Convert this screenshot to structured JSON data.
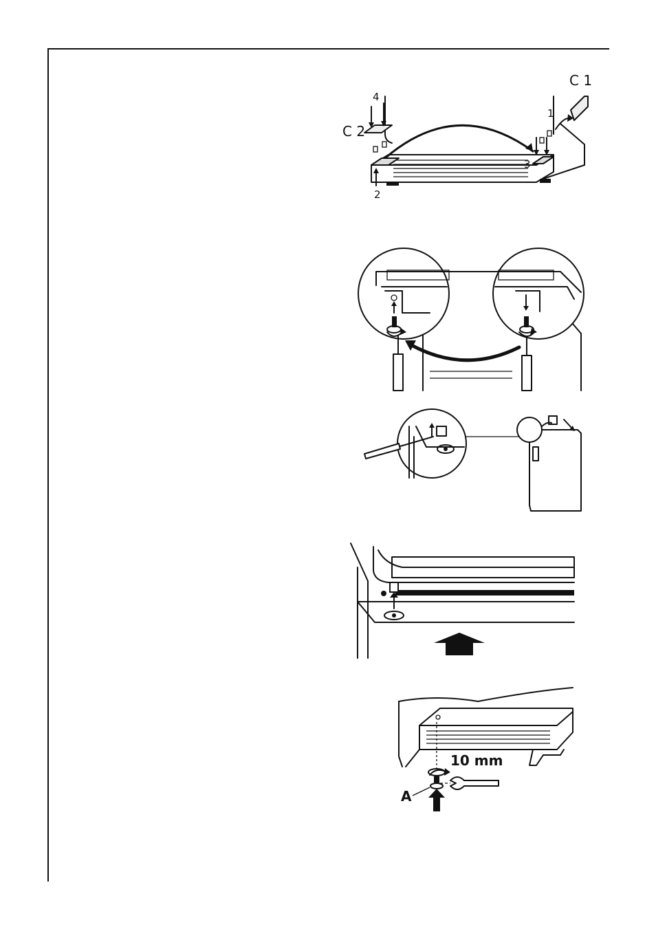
{
  "figures": {
    "fig1": {
      "label_c1": "C 1",
      "label_c2": "C 2",
      "step_1": "1",
      "step_2": "2",
      "step_3": "3",
      "step_4": "4"
    },
    "fig5": {
      "wrench_size": "10 mm",
      "label_a": "A"
    }
  }
}
